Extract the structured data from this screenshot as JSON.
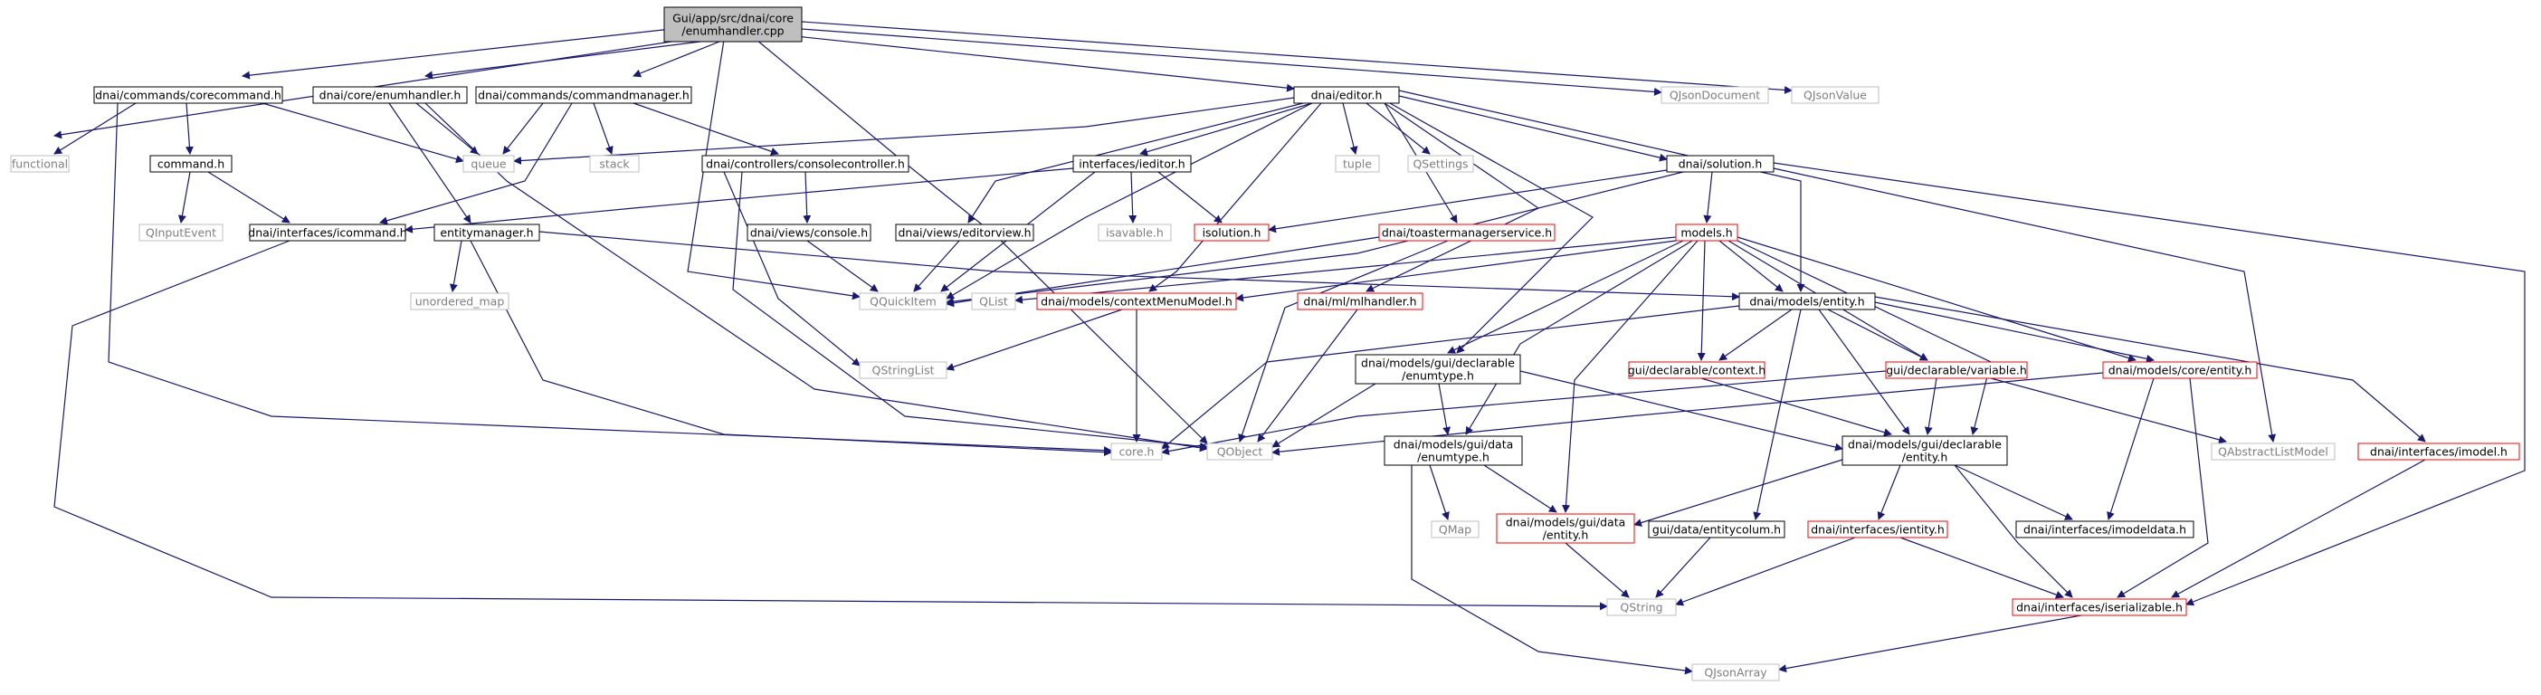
{
  "colors": {
    "edge": "#191970",
    "node_border_black": "#000000",
    "node_border_red": "#ff0000",
    "node_border_gray": "#bfbfbf",
    "root_fill": "#bfbfbf",
    "node_fill": "#ffffff"
  },
  "root": {
    "line1": "Gui/app/src/dnai/core",
    "line2": "/enumhandler.cpp"
  },
  "nodes": {
    "functional": "functional",
    "corecommand": "dnai/commands/corecommand.h",
    "enumhandler_h": "dnai/core/enumhandler.h",
    "commandmanager": "dnai/commands/commandmanager.h",
    "editor_h": "dnai/editor.h",
    "qjsondocument": "QJsonDocument",
    "qjsonvalue": "QJsonValue",
    "command_h": "command.h",
    "queue": "queue",
    "stack": "stack",
    "consolecontroller": "dnai/controllers/consolecontroller.h",
    "ieditor": "interfaces/ieditor.h",
    "tuple": "tuple",
    "qsettings": "QSettings",
    "solution_h": "dnai/solution.h",
    "qinputevent": "QInputEvent",
    "icommand": "dnai/interfaces/icommand.h",
    "entitymanager": "entitymanager.h",
    "console_h": "dnai/views/console.h",
    "editorview": "dnai/views/editorview.h",
    "isavable": "isavable.h",
    "isolution": "isolution.h",
    "toastermanagerservice": "dnai/toastermanagerservice.h",
    "models_h": "models.h",
    "unordered_map": "unordered_map",
    "qquickitem": "QQuickItem",
    "qlist": "QList",
    "contextmenumodel": "dnai/models/contextMenuModel.h",
    "mlhandler": "dnai/ml/mlhandler.h",
    "models_entity": "dnai/models/entity.h",
    "qstringlist": "QStringList",
    "gd_enumtype": {
      "line1": "dnai/models/gui/declarable",
      "line2": "/enumtype.h"
    },
    "gd_context": "gui/declarable/context.h",
    "gd_variable": "gui/declarable/variable.h",
    "core_entity": "dnai/models/core/entity.h",
    "core_h": "core.h",
    "qobject": "QObject",
    "data_enumtype": {
      "line1": "dnai/models/gui/data",
      "line2": "/enumtype.h"
    },
    "gd_entity": {
      "line1": "dnai/models/gui/declarable",
      "line2": "/entity.h"
    },
    "qabstractlistmodel": "QAbstractListModel",
    "imodel": "dnai/interfaces/imodel.h",
    "qmap": "QMap",
    "data_entity": {
      "line1": "dnai/models/gui/data",
      "line2": "/entity.h"
    },
    "entitycolum": "gui/data/entitycolum.h",
    "ientity": "dnai/interfaces/ientity.h",
    "imodeldata": "dnai/interfaces/imodeldata.h",
    "qstring": "QString",
    "iserializable": "dnai/interfaces/iserializable.h",
    "qjsonarray": "QJsonArray"
  }
}
